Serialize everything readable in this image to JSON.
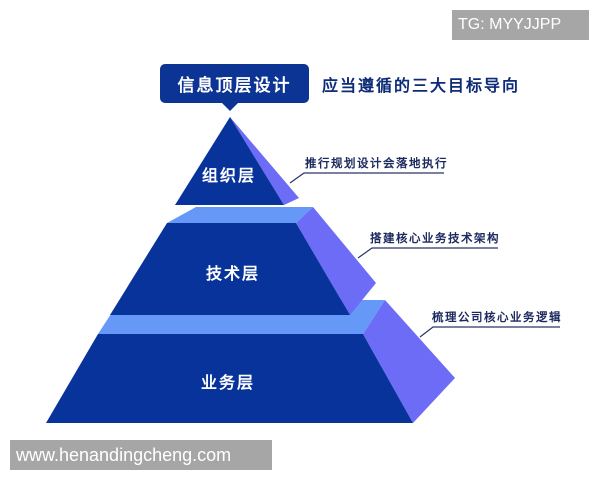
{
  "header": {
    "title": "信息顶层设计",
    "subtitle": "应当遵循的三大目标导向"
  },
  "pyramid": {
    "colors": {
      "front": "#08339a",
      "top_face": "#6598f7",
      "side_face": "#6c6cf7",
      "leader_line": "#2a3468",
      "annotation_text": "#1c2a5e"
    },
    "tiers": [
      {
        "label": "组织层",
        "annotation": "推行规划设计会落地执行"
      },
      {
        "label": "技术层",
        "annotation": "搭建核心业务技术架构"
      },
      {
        "label": "业务层",
        "annotation": "梳理公司核心业务逻辑"
      }
    ]
  },
  "watermarks": {
    "top_right": "TG: MYYJJPP",
    "bottom_left": "www.henandingcheng.com"
  }
}
